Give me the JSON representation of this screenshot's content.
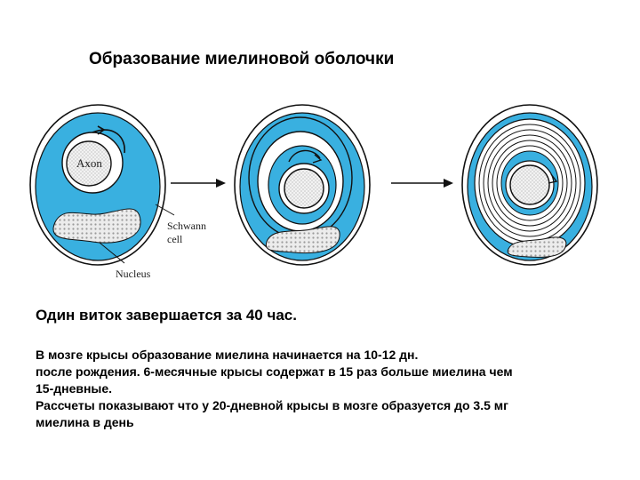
{
  "title": "Образование миелиновой оболочки",
  "diagram": {
    "labels": {
      "axon": "Axon",
      "schwann_line1": "Schwann",
      "schwann_line2": "cell",
      "nucleus": "Nucleus"
    },
    "colors": {
      "cytoplasm": "#39b0e0",
      "axon_fill": "#e8e8e8",
      "nucleus_fill": "#d4d4d4",
      "outline": "#111111"
    },
    "icons": [
      "arrow-right-icon",
      "arrow-right-icon"
    ]
  },
  "text": {
    "headline": "Один виток завершается за 40 час.",
    "lines": [
      "В мозге крысы образование миелина начинается на 10-12 дн.",
      "после рождения. 6-месячные крысы содержат в 15 раз больше миелина чем",
      "15-дневные.",
      "Рассчеты показывают что у 20-дневной крысы в мозге образуется до 3.5 мг",
      "миелина в день"
    ]
  }
}
